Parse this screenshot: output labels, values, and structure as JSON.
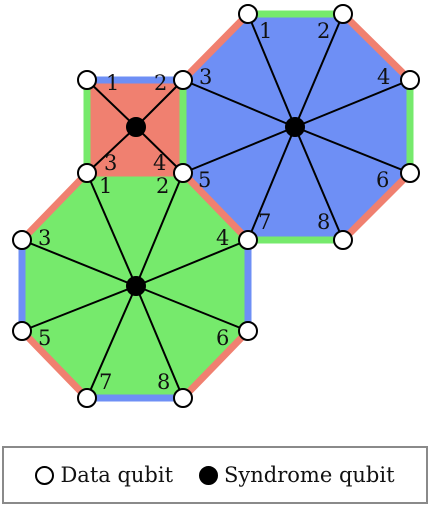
{
  "colors": {
    "red": "#f08070",
    "blue": "#6e8ff5",
    "green": "#76ea6c",
    "edge": "#000000",
    "data_fill": "#ffffff",
    "syndrome_fill": "#000000"
  },
  "plaquettes": [
    {
      "name": "square-red",
      "fill": "red",
      "labels": [
        "1",
        "2",
        "3",
        "4"
      ]
    },
    {
      "name": "octagon-blue",
      "fill": "blue",
      "labels": [
        "1",
        "2",
        "3",
        "4",
        "5",
        "6",
        "7",
        "8"
      ]
    },
    {
      "name": "octagon-green",
      "fill": "green",
      "labels": [
        "1",
        "2",
        "3",
        "4",
        "5",
        "6",
        "7",
        "8"
      ]
    }
  ],
  "legend": {
    "data_label": "Data qubit",
    "syndrome_label": "Syndrome qubit"
  }
}
